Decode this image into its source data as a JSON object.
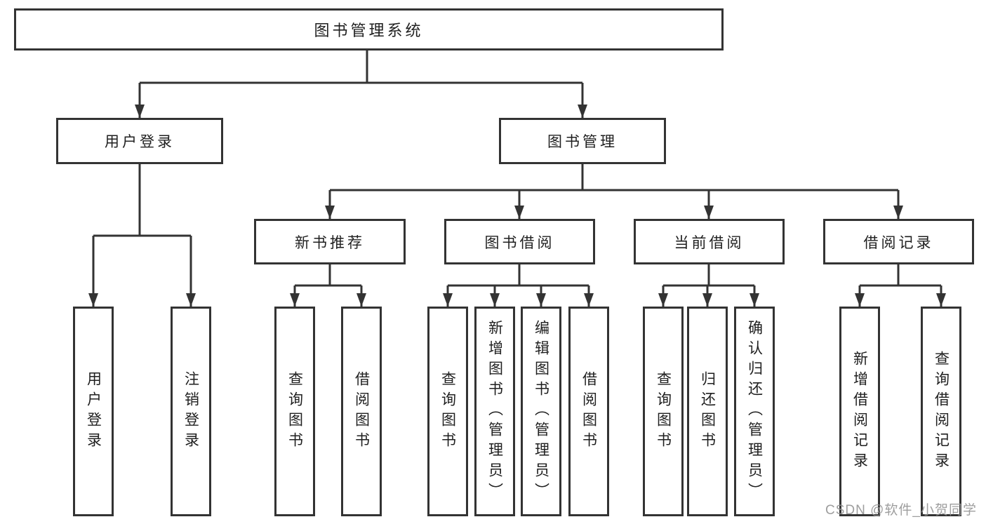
{
  "colors": {
    "background": "#ffffff",
    "line": "#333333",
    "box_border": "#333333",
    "text": "#1f1f1f",
    "watermark": "#949494"
  },
  "watermark": {
    "text": "CSDN @软件_小贺同学"
  },
  "tree": {
    "root": {
      "label": "图书管理系统"
    },
    "login": {
      "label": "用户登录",
      "children": [
        "用户登录",
        "注销登录"
      ]
    },
    "manage": {
      "label": "图书管理",
      "groups": [
        {
          "label": "新书推荐",
          "children": [
            "查询图书",
            "借阅图书"
          ]
        },
        {
          "label": "图书借阅",
          "children": [
            "查询图书",
            "新增图书（管理员）",
            "编辑图书（管理员）",
            "借阅图书"
          ]
        },
        {
          "label": "当前借阅",
          "children": [
            "查询图书",
            "归还图书",
            "确认归还（管理员）"
          ]
        },
        {
          "label": "借阅记录",
          "children": [
            "新增借阅记录",
            "查询借阅记录"
          ]
        }
      ]
    }
  }
}
